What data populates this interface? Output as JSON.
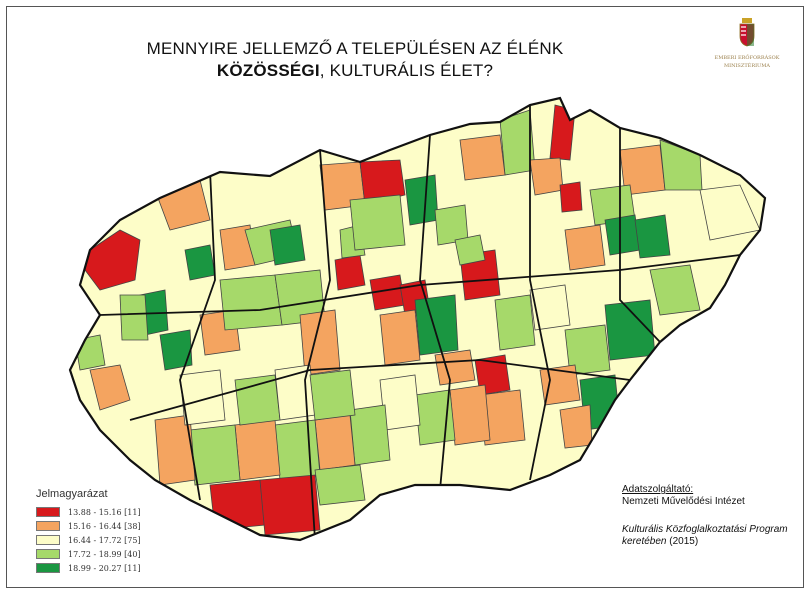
{
  "title": {
    "line1": "MENNYIRE JELLEMZŐ A TELEPÜLÉSEN AZ ÉLÉNK",
    "line2_bold": "KÖZÖSSÉGI",
    "line2_rest": ", KULTURÁLIS ÉLET?"
  },
  "logo": {
    "icon": "hungarian-coat-of-arms-icon",
    "text_line1": "EMBERI ERŐFORRÁSOK",
    "text_line2": "MINISZTÉRIUMA"
  },
  "legend": {
    "title": "Jelmagyarázat",
    "items": [
      {
        "label": "13.88 - 15.16  [11]",
        "color": "#d7191c"
      },
      {
        "label": "15.16 - 16.44  [38]",
        "color": "#f4a460"
      },
      {
        "label": "16.44 - 17.72  [75]",
        "color": "#fdfdc8"
      },
      {
        "label": "17.72 - 18.99  [40]",
        "color": "#a6d96a"
      },
      {
        "label": "18.99 - 20.27  [11]",
        "color": "#1a9641"
      }
    ]
  },
  "source": {
    "heading": "Adatszolgáltató:",
    "provider": "Nemzeti Művelődési Intézet",
    "program_italic": "Kulturális Közfoglalkoztatási Program keretében",
    "program_year": " (2015)"
  }
}
